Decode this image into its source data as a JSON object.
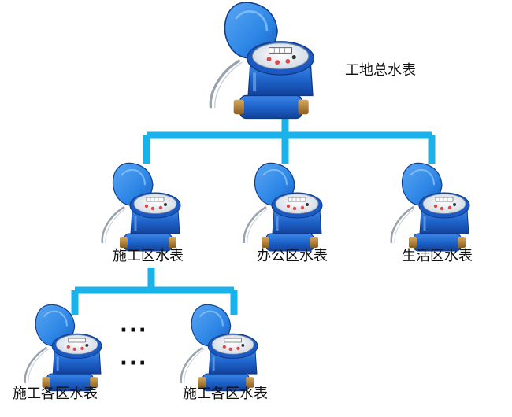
{
  "colors": {
    "connector": "#1ab2ea",
    "meter_blue": "#1e63c9",
    "meter_blue_dark": "#12419a",
    "meter_lid": "#2d86e6",
    "brass": "#b8873a",
    "label_text": "#111111"
  },
  "nodes": {
    "root": {
      "label": "工地总水表",
      "icon": "water-meter-icon"
    },
    "construction_zone": {
      "label": "施工区水表",
      "icon": "water-meter-icon"
    },
    "office_zone": {
      "label": "办公区水表",
      "icon": "water-meter-icon"
    },
    "living_zone": {
      "label": "生活区水表",
      "icon": "water-meter-icon"
    },
    "sub_zone_1": {
      "label": "施工各区水表",
      "icon": "water-meter-icon"
    },
    "sub_zone_2": {
      "label": "施工各区水表",
      "icon": "water-meter-icon"
    }
  },
  "ellipsis": {
    "top": "···",
    "bottom": "···"
  }
}
